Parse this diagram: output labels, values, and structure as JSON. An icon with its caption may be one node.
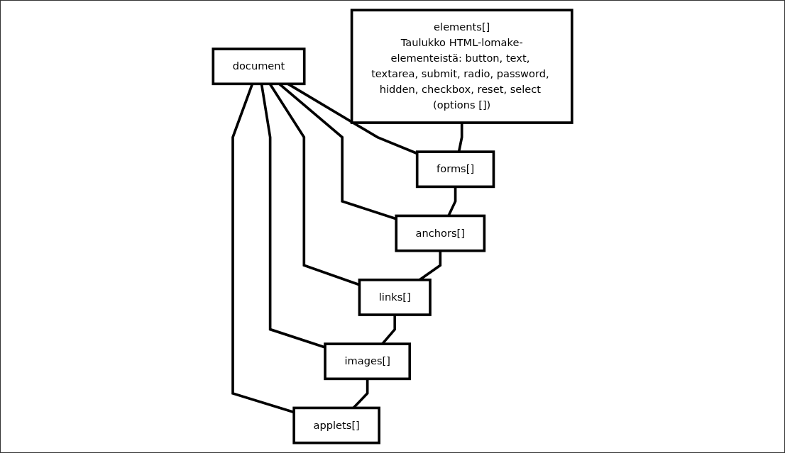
{
  "diagram": {
    "nodes": [
      {
        "text": [
          "document"
        ]
      },
      {
        "text": [
          "forms[]"
        ]
      },
      {
        "text": [
          "anchors[]"
        ]
      },
      {
        "text": [
          "links[]"
        ]
      },
      {
        "text": [
          "images[]"
        ]
      },
      {
        "text": [
          "applets[]"
        ]
      },
      {
        "text": [
          "elements[]",
          "Taulukko HTML-lomake-elementeistä: button, text, textarea, submit, radio, password, hidden, checkbox, reset, select (options [])"
        ]
      }
    ],
    "edges": [
      {
        "from": 0,
        "to": 1,
        "arrow": "none"
      },
      {
        "from": 0,
        "to": 2,
        "arrow": "none"
      },
      {
        "from": 0,
        "to": 3,
        "arrow": "none"
      },
      {
        "from": 0,
        "to": 4,
        "arrow": "none"
      },
      {
        "from": 0,
        "to": 5,
        "arrow": "none"
      },
      {
        "from": 1,
        "to": 2,
        "arrow": "none"
      },
      {
        "from": 2,
        "to": 3,
        "arrow": "none"
      },
      {
        "from": 3,
        "to": 4,
        "arrow": "none"
      },
      {
        "from": 4,
        "to": 5,
        "arrow": "none"
      },
      {
        "from": 1,
        "to": 6,
        "arrow": "none"
      }
    ]
  }
}
